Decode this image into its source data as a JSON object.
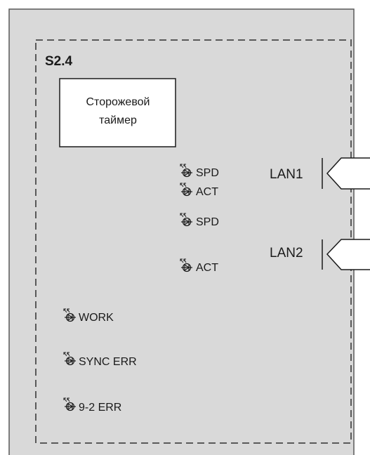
{
  "module": {
    "title": "S2.4",
    "watchdog_label_line1": "Сторожевой",
    "watchdog_label_line2": "таймер"
  },
  "ports": [
    {
      "name": "LAN1",
      "leds": [
        "SPD",
        "ACT"
      ]
    },
    {
      "name": "LAN2",
      "leds": [
        "SPD",
        "ACT"
      ]
    }
  ],
  "status_leds": [
    "WORK",
    "SYNC ERR",
    "9-2 ERR"
  ],
  "colors": {
    "panel_fill": "#d9d9d9",
    "outline": "#595959",
    "box_fill": "#ffffff"
  },
  "icons": {
    "led": "led-diode-icon",
    "connector": "rj45-connector-icon"
  }
}
